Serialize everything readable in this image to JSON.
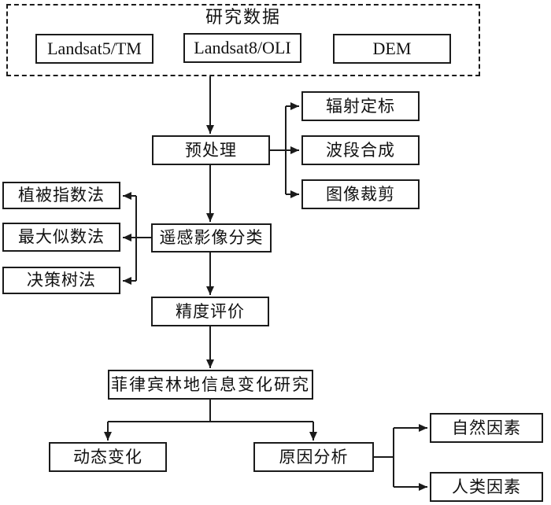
{
  "diagram": {
    "group": {
      "title": "研究数据",
      "sources": [
        {
          "label": "Landsat5/TM"
        },
        {
          "label": "Landsat8/OLI"
        },
        {
          "label": "DEM"
        }
      ]
    },
    "nodes": {
      "preprocess": "预处理",
      "radiometric_calibration": "辐射定标",
      "band_synthesis": "波段合成",
      "image_cropping": "图像裁剪",
      "vegetation_index_method": "植被指数法",
      "max_likelihood_method": "最大似数法",
      "decision_tree_method": "决策树法",
      "rs_image_classification": "遥感影像分类",
      "accuracy_evaluation": "精度评价",
      "philippines_forest_change_study": "菲律宾林地信息变化研究",
      "dynamic_change": "动态变化",
      "cause_analysis": "原因分析",
      "natural_factors": "自然因素",
      "human_factors": "人类因素"
    },
    "line_color": "#1b1b1b"
  }
}
